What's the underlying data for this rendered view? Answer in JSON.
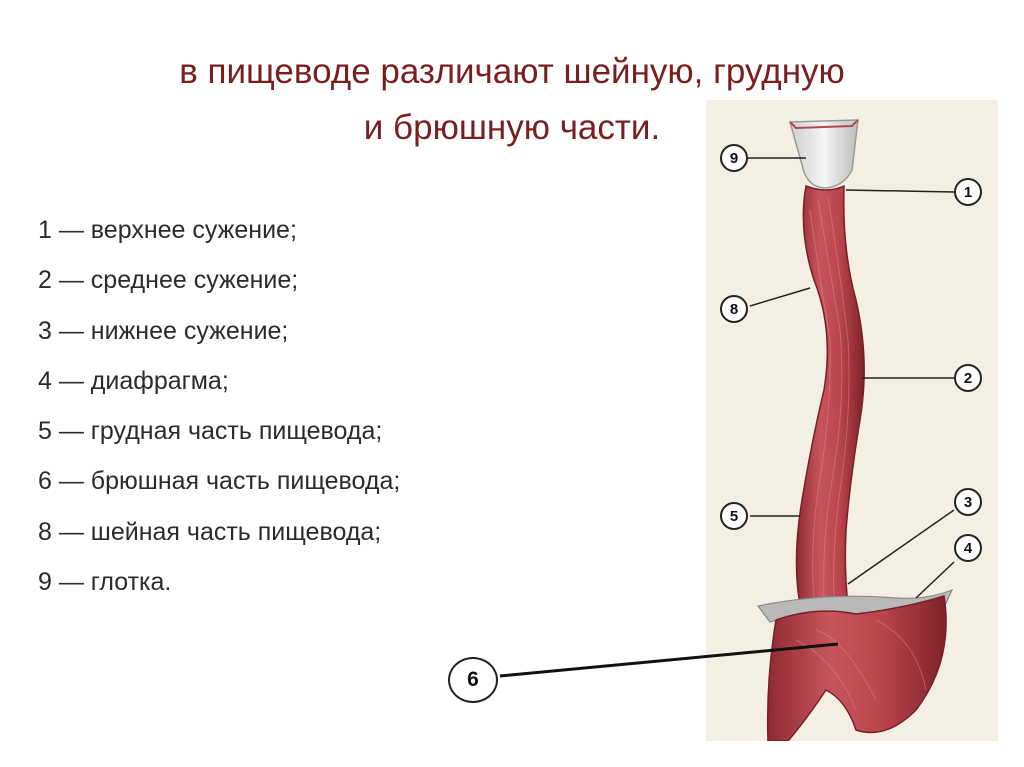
{
  "title": {
    "line1": "в пищеводе различают шейную, грудную",
    "line2": "и брюшную части."
  },
  "legend": [
    "1 — верхнее сужение;",
    "2 — среднее сужение;",
    "3 — нижнее сужение;",
    "4 — диафрагма;",
    "5 — грудная часть пищевода;",
    "6 — брюшная часть пищевода;",
    "8 — шейная часть пищевода;",
    "9 — глотка."
  ],
  "figure": {
    "markers": [
      "9",
      "1",
      "8",
      "2",
      "5",
      "3",
      "4"
    ],
    "big_marker": "6"
  },
  "colors": {
    "title": "#7a1e1e",
    "muscle": "#b8434b",
    "muscle_dark": "#8e2a33",
    "figure_bg": "#f3efe2",
    "diaphragm": "#b9b9ba"
  }
}
